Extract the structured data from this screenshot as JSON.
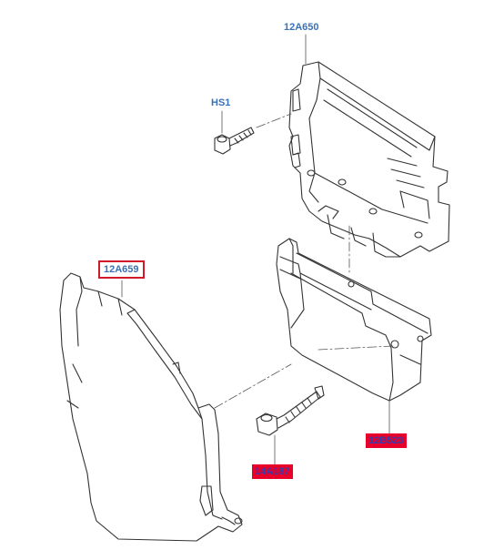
{
  "parts": {
    "ecu_module": {
      "label": "12A650"
    },
    "bolt_hs1": {
      "label": "HS1"
    },
    "cover": {
      "label": "12A659"
    },
    "bolt_main": {
      "label": "14A187"
    },
    "bracket": {
      "label": "12B523"
    }
  },
  "colors": {
    "label_blue": "#3a72b8",
    "highlight_red": "#e8002a",
    "highlight_text": "#3a3aa8",
    "box_border": "#d2192a",
    "line": "#333333"
  }
}
